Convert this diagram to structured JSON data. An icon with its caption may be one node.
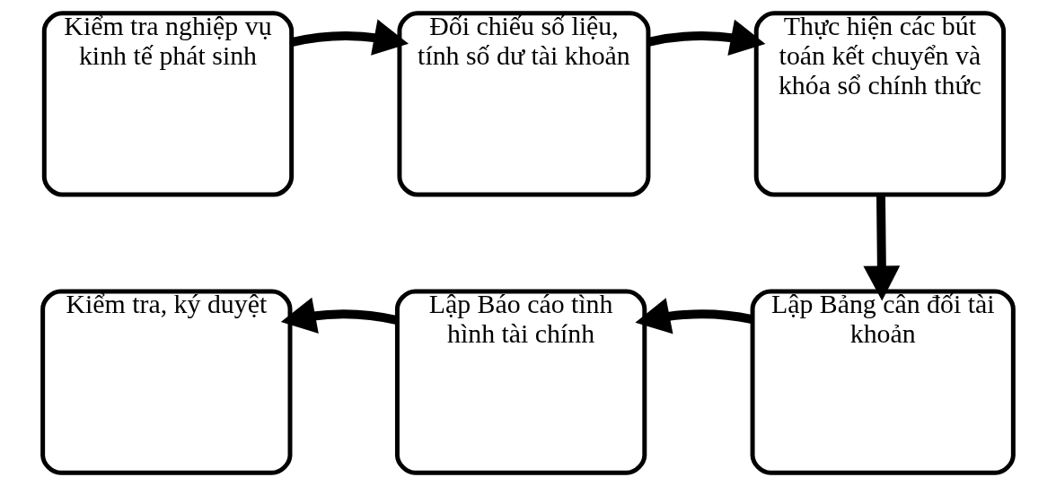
{
  "diagram": {
    "nodes": [
      {
        "text": [
          "Kiểm tra nghiệp vụ kinh tế phát sinh"
        ]
      },
      {
        "text": [
          "Đối chiếu số liệu, tính số dư tài khoản"
        ]
      },
      {
        "text": [
          "Thực hiện các bút toán kết chuyển và khóa sổ chính thức"
        ]
      },
      {
        "text": [
          "Kiểm tra, ký duyệt"
        ]
      },
      {
        "text": [
          "Lập Báo cáo tình hình tài chính"
        ]
      },
      {
        "text": [
          "Lập Bảng cân đối tài khoản"
        ]
      }
    ],
    "edges": [
      {
        "from": 0,
        "to": 1,
        "arrow": "to"
      },
      {
        "from": 1,
        "to": 2,
        "arrow": "to"
      },
      {
        "from": 2,
        "to": 5,
        "arrow": "to"
      },
      {
        "from": 5,
        "to": 4,
        "arrow": "to"
      },
      {
        "from": 4,
        "to": 3,
        "arrow": "to"
      }
    ]
  }
}
